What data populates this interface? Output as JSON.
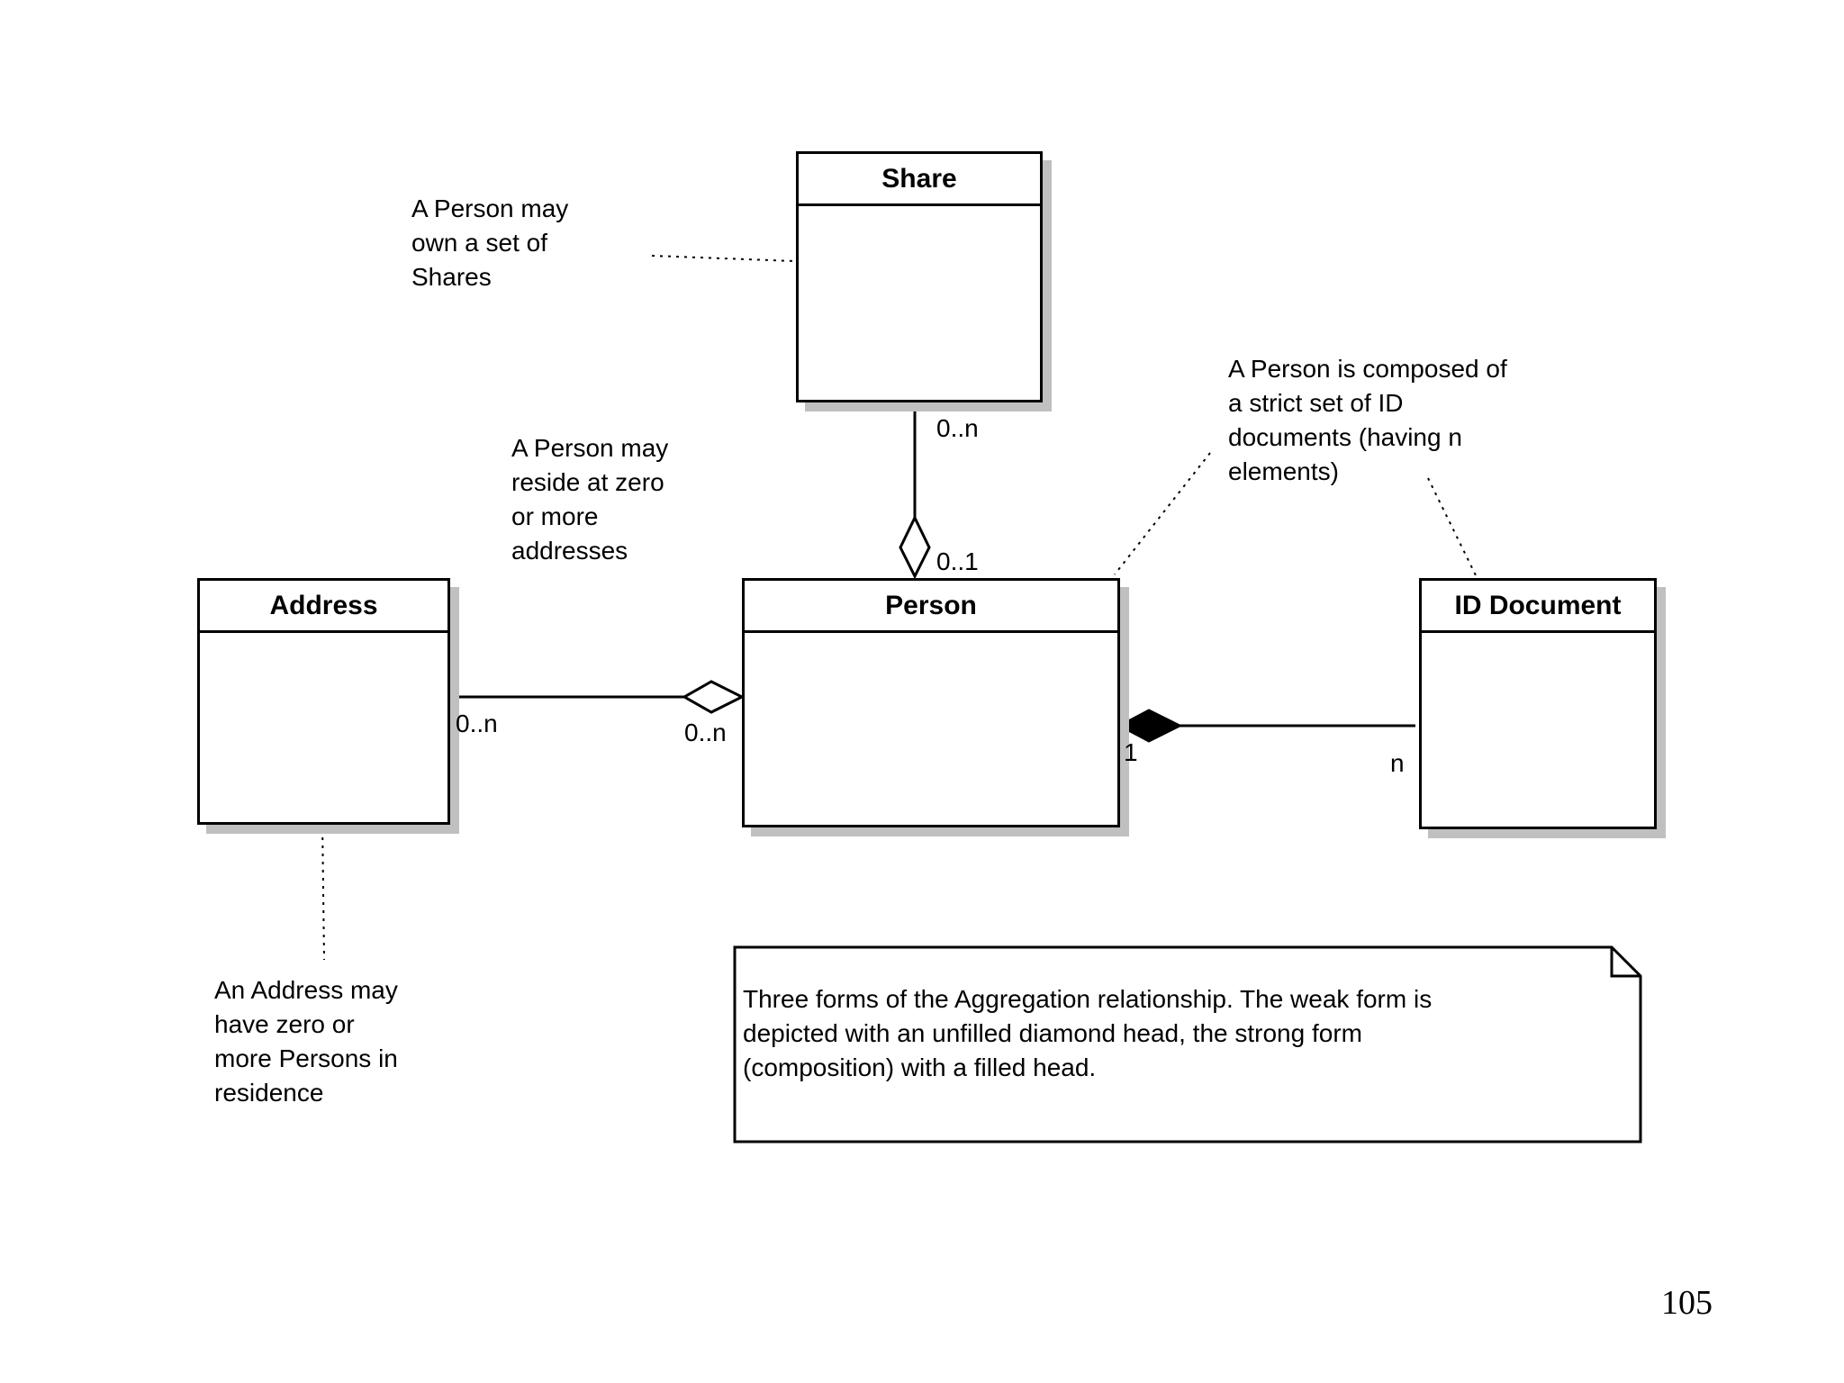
{
  "classes": {
    "share": "Share",
    "person": "Person",
    "address": "Address",
    "id_document": "ID Document"
  },
  "notes": {
    "share_note": "A Person may\nown a set of\nShares",
    "address_relation_note": "A Person may\nreside at zero\nor more\naddresses",
    "composition_note": "A Person is composed of\na strict set of ID\ndocuments (having n\nelements)",
    "address_note": "An Address may\nhave zero or\nmore Persons in\nresidence"
  },
  "multiplicities": {
    "share_end": "0..n",
    "person_share_end": "0..1",
    "address_end": "0..n",
    "person_address_end": "0..n",
    "person_composition_end": "1",
    "id_document_end": "n"
  },
  "comment": {
    "text": "Three forms of the Aggregation relationship. The weak form is\ndepicted with an unfilled diamond head, the strong form\n(composition) with a filled head."
  },
  "page_number": "105"
}
